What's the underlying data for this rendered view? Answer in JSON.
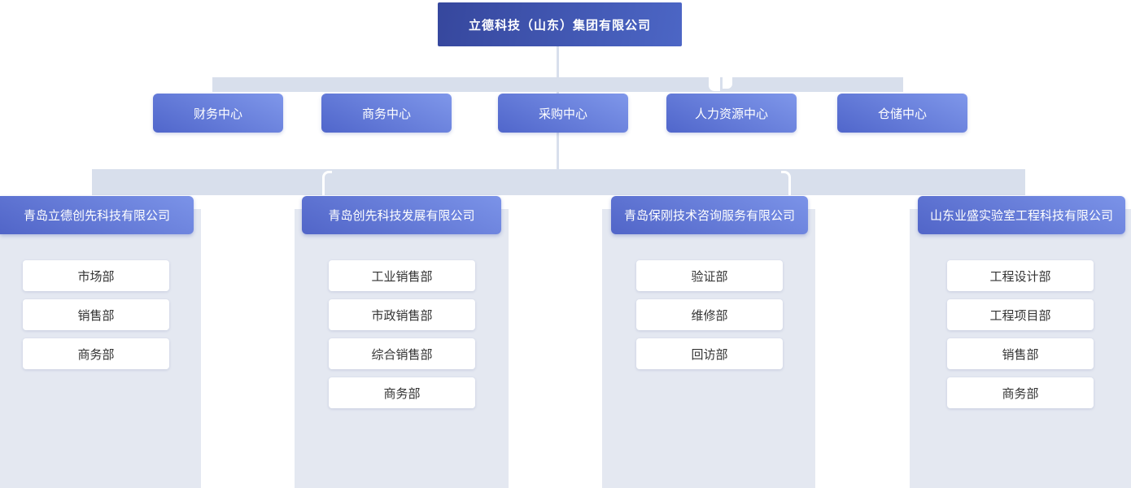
{
  "root": {
    "label": "立德科技（山东）集团有限公司"
  },
  "centers": [
    "财务中心",
    "商务中心",
    "采购中心",
    "人力资源中心",
    "仓储中心"
  ],
  "subsidiaries": [
    {
      "name": "青岛立德创先科技有限公司",
      "departments": [
        "市场部",
        "销售部",
        "商务部"
      ]
    },
    {
      "name": "青岛创先科技发展有限公司",
      "departments": [
        "工业销售部",
        "市政销售部",
        "综合销售部",
        "商务部"
      ]
    },
    {
      "name": "青岛保刚技术咨询服务有限公司",
      "departments": [
        "验证部",
        "维修部",
        "回访部"
      ]
    },
    {
      "name": "山东业盛实验室工程科技有限公司",
      "departments": [
        "工程设计部",
        "工程项目部",
        "销售部",
        "商务部"
      ]
    }
  ],
  "colors": {
    "root_gradient_start": "#36479d",
    "root_gradient_end": "#4c66c5",
    "node_gradient_start": "#7f97ea",
    "node_gradient_end": "#5066cb",
    "connector": "#d8dfec",
    "panel": "#e4e8f1",
    "department_bg": "#ffffff",
    "department_text": "#333333"
  }
}
